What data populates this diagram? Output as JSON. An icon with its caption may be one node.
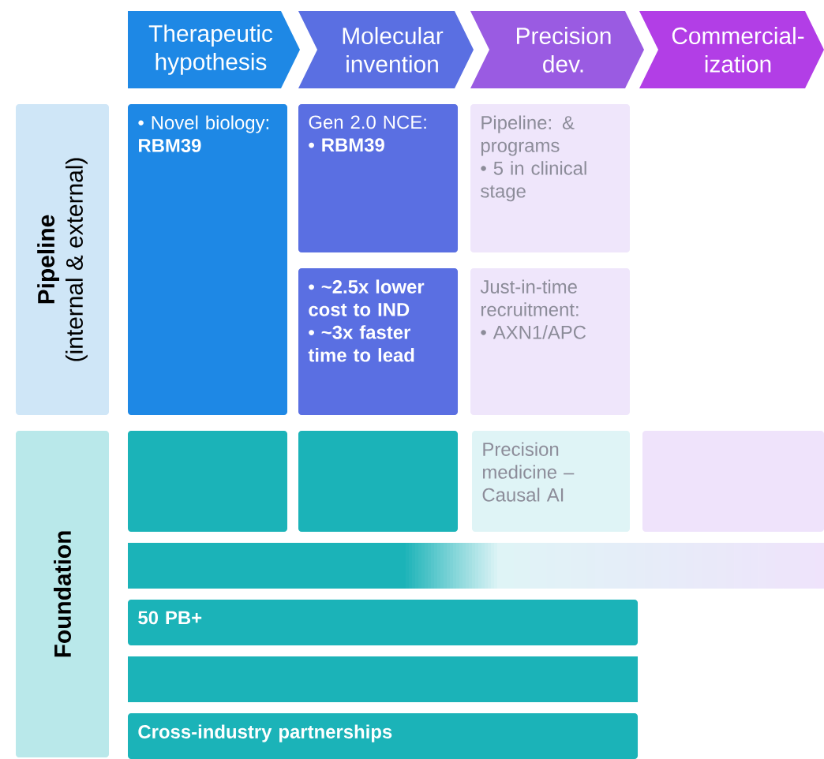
{
  "diagram": {
    "nodes": [
      {
        "text": [
          "Therapeutic hypothesis"
        ]
      },
      {
        "text": [
          "Molecular invention"
        ]
      },
      {
        "text": [
          "Precision dev."
        ]
      },
      {
        "text": [
          "Commercial-ization"
        ]
      },
      {
        "text": [
          "Pipeline",
          "(internal & external)"
        ]
      },
      {
        "text": [
          "• Novel biology: **RBM39**"
        ]
      },
      {
        "text": [
          "Gen 2.0 NCE:",
          "• RBM39"
        ]
      },
      {
        "text": [
          "Pipeline: & programs",
          "• 5 in clinical stage"
        ]
      },
      {
        "text": [
          "• ~2.5x lower cost to IND",
          "• ~3x faster time to lead"
        ]
      },
      {
        "text": [
          "Just-in-time recruitment:",
          "• AXN1/APC"
        ]
      },
      {
        "text": [
          "Foundation"
        ]
      },
      {
        "text": [],
        "shape": "box"
      },
      {
        "text": [],
        "shape": "box"
      },
      {
        "text": [
          "Precision medicine – Causal AI"
        ]
      },
      {
        "text": [],
        "shape": "box"
      },
      {
        "text": [],
        "shape": "bar"
      },
      {
        "text": [
          "50 PB+"
        ]
      },
      {
        "text": [],
        "shape": "bar"
      },
      {
        "text": [
          "Cross-industry partnerships"
        ]
      }
    ]
  }
}
